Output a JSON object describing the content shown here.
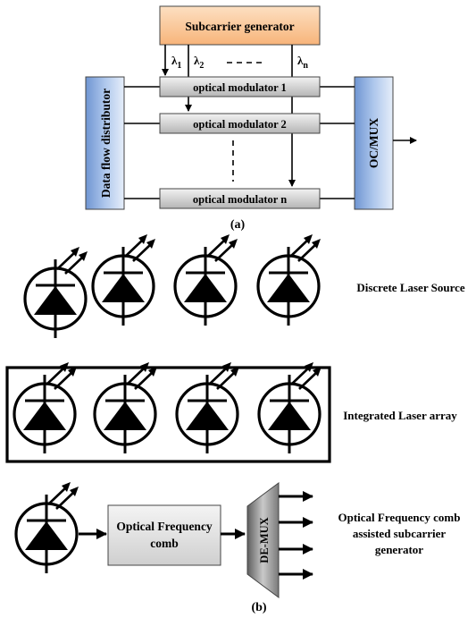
{
  "panel_a": {
    "subcarrier_generator": "Subcarrier generator",
    "wavelengths": {
      "lambda1": "λ",
      "lambda1_sub": "1",
      "lambda2": "λ",
      "lambda2_sub": "2",
      "lambdan": "λ",
      "lambdan_sub": "n"
    },
    "modulators": [
      "optical modulator 1",
      "optical modulator 2",
      "optical modulator n"
    ],
    "data_flow_distributor": "Data flow distributor",
    "oc_mux": "OC/MUX",
    "caption": "(a)"
  },
  "panel_b": {
    "discrete_label": "Discrete Laser Source",
    "array_label": "Integrated Laser array",
    "comb_box": [
      "Optical Frequency",
      "comb"
    ],
    "demux": "DE-MUX",
    "comb_label": [
      "Optical Frequency comb",
      "assisted subcarrier",
      "generator"
    ],
    "caption": "(b)"
  },
  "colors": {
    "subcarrier_fill": "#fbc99a",
    "side_box_fill": "#9cb8e2",
    "modulator_fill": "#d8d8d8",
    "comb_fill": "#e2e2e2"
  }
}
